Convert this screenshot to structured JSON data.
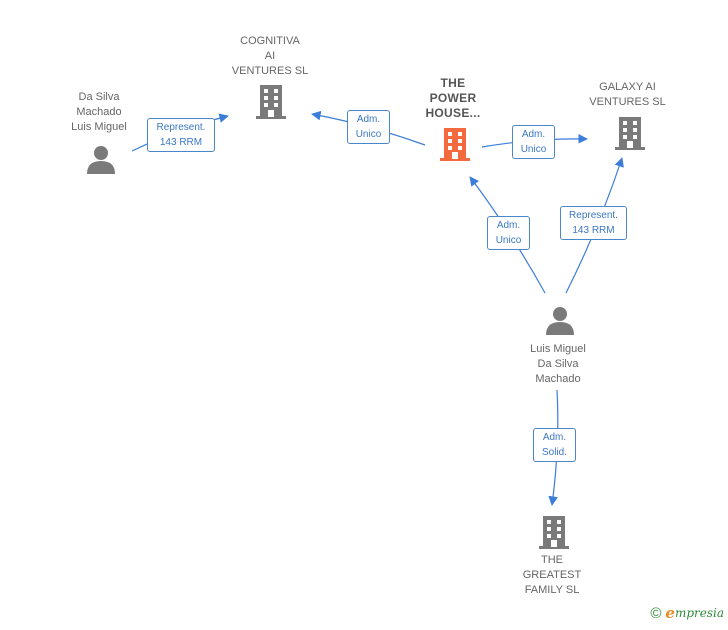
{
  "colors": {
    "edge": "#3b7dd8",
    "building_gray": "#7a7a7a",
    "building_highlight": "#f26a3d",
    "person_gray": "#7a7a7a"
  },
  "nodes": {
    "cognitiva": {
      "label": "COGNITIVA\nAI\nVENTURES  SL",
      "icon": "building-icon"
    },
    "power_house": {
      "label": "THE\nPOWER\nHOUSE...",
      "icon": "building-icon"
    },
    "galaxy": {
      "label": "GALAXY AI\nVENTURES  SL",
      "icon": "building-icon"
    },
    "person_left": {
      "label": "Da Silva\nMachado\nLuis Miguel",
      "icon": "person-icon"
    },
    "person_center": {
      "label": "Luis Miguel\nDa Silva\nMachado",
      "icon": "person-icon"
    },
    "greatest_family": {
      "label": "THE\nGREATEST\nFAMILY  SL",
      "icon": "building-icon"
    }
  },
  "edges": {
    "left_to_cognitiva": "Represent.\n143 RRM",
    "power_to_cognitiva": "Adm.\nUnico",
    "power_to_galaxy": "Adm.\nUnico",
    "center_to_power": "Adm.\nUnico",
    "center_to_galaxy": "Represent.\n143 RRM",
    "center_to_greatest": "Adm.\nSolid."
  },
  "footer": {
    "copyright": "©",
    "brand_initial": "e",
    "brand_rest": "mpresia"
  }
}
